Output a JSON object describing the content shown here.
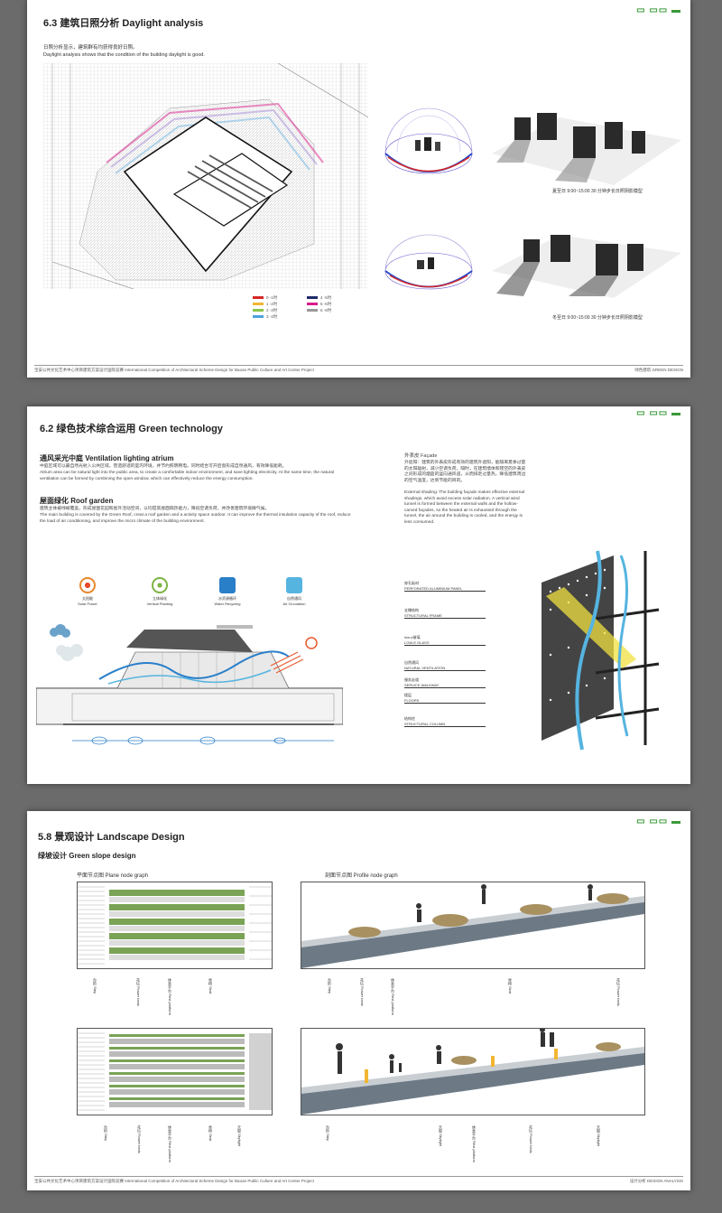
{
  "page1": {
    "title": "6.3 建筑日照分析   Daylight analysis",
    "desc_cn": "日照分析显示，建筑群有均获得良好日照。",
    "desc_en": "Daylight analysis shows that the condition of the building daylight is good.",
    "legend": [
      {
        "label": "0 -1时",
        "color": "#d62728"
      },
      {
        "label": "1 -2时",
        "color": "#f2b632"
      },
      {
        "label": "2 -3时",
        "color": "#8bc34a"
      },
      {
        "label": "3 -4时",
        "color": "#4aa3df"
      },
      {
        "label": "4 -5时",
        "color": "#1f2a6b"
      },
      {
        "label": "5 -6时",
        "color": "#d81b8a"
      },
      {
        "label": "6 -8时",
        "color": "#999999"
      }
    ],
    "caption_summer": "夏至日 9:00~15:00  30 分钟步长日照阴影模型",
    "caption_winter": "冬至日 9:00~15:00  30 分钟步长日照阴影模型",
    "footer_left": "宝安公共文化艺术中心项目建筑方案设计国际竞赛  International Competition of Architectural Scheme Design for Baoan Public Culture and Art Center Project",
    "footer_right": "绿色建筑  GREEN DESIGN"
  },
  "page2": {
    "title": "6.2 绿色技术综合运用   Green technology",
    "sec1_title": "通风采光中庭   Ventilation lighting atrium",
    "sec1_cn": "中庭区域可以最自然光射入公共区域，营造舒适的室内环境，并节约照明用电。同时结合可开启窗形成自然通风，有效降低能耗。",
    "sec1_en": "Atrium area can be natural light into the public area, to create a comfortable indoor environment, and save lighting electricity. At the same time, the natural ventilation can be formed by combining the open window, which can effectively reduce the energy consumption.",
    "sec2_title": "屋面绿化   Roof garden",
    "sec2_cn": "建筑主体被绿被覆盖，形成屋面花园和屋外活动空间，以均提高屋面隔热能力，降低空调负荷，并改善建筑环境微气候。",
    "sec2_en": "The main building is covered by the Green Roof, creat a roof garden and a activity space outdoor. It can improve the thermal insulation capacity of the roof, reduce the load of air conditioning, and improve the micro climate of the building environment.",
    "sec3_title": "外表皮  Façade",
    "sec3_cn": "外遮阳：建筑的外表皮形成有效的建筑外遮阳，能隔离夏季过量的太阳辐射，减小空调负荷。隔时，在建筑墙体和镂空的外表皮之间形成的烟囱的竖向通风道，从而排走过量热，降低建筑周边的空气温度，达到节能的目的。",
    "sec3_en": "External shading: The building façade makes effective external shadings, which avoid excess solar radiation. A vertical wind tunnel is formed between the external walls and the hollow-carved façades, so the heated air is exhausted through the tunnel, the air around the building is cooled, and the energy is less consumed.",
    "icons": [
      {
        "label": "太阳能\nSolar Power",
        "name": "solar-power-icon",
        "color": "#e8872a"
      },
      {
        "label": "立体绿化\nVertical Planting",
        "name": "vertical-planting-icon",
        "color": "#7cb342"
      },
      {
        "label": "水资源循环\nWater Recycling",
        "name": "water-recycling-icon",
        "color": "#2a7fc9"
      },
      {
        "label": "自然通风\nAir Circulation",
        "name": "air-circulation-icon",
        "color": "#56b4e0"
      }
    ],
    "layers": [
      {
        "cn": "穿孔板材",
        "en": "PERFORATED ALUMINIUM PANEL"
      },
      {
        "cn": "支撑结构",
        "en": "STRUCTURAL FRAME"
      },
      {
        "cn": "low-e玻璃",
        "en": "LOW-E GLASS"
      },
      {
        "cn": "自然通风",
        "en": "NATURAL VENTILATION"
      },
      {
        "cn": "服务走道",
        "en": "SERVICE WALKWAY"
      },
      {
        "cn": "楼层",
        "en": "FLOORS"
      },
      {
        "cn": "结构柱",
        "en": "STRUCTURAL COLUMN"
      }
    ]
  },
  "page3": {
    "title": "5.8 景观设计  Landscape Design",
    "subtitle": "绿坡设计 Green slope design",
    "plan_title": "平面节点图   Plane node graph",
    "profile_title": "剖面节点图   Profile node graph",
    "labels_top_left": [
      "台阶 Step",
      "花坛 Flower beds",
      "休息平台 Rest platform",
      "坐椅 Seat"
    ],
    "labels_top_right": [
      "台阶 Step",
      "花坛 Flower beds",
      "休息平台 Rest platform",
      "坐椅 Seat",
      "花坛 Flower beds"
    ],
    "labels_bottom_left": [
      "台阶 Step",
      "花坛 Flower beds",
      "休息平台 Rest platform",
      "坐椅 Seat",
      "天窗 Skylight"
    ],
    "labels_bottom_right": [
      "台阶 Step",
      "天窗 Skylight",
      "休息平台 Rest platform",
      "花坛 Flower beds",
      "天窗 Skylight"
    ],
    "footer_left": "宝安公共文化艺术中心项目建筑方案设计国际竞赛  International Competition of Architectural Scheme Design for Baoan Public Culture and Art Center Project",
    "footer_right": "设计分析  DESIGN ANALYSIS"
  }
}
